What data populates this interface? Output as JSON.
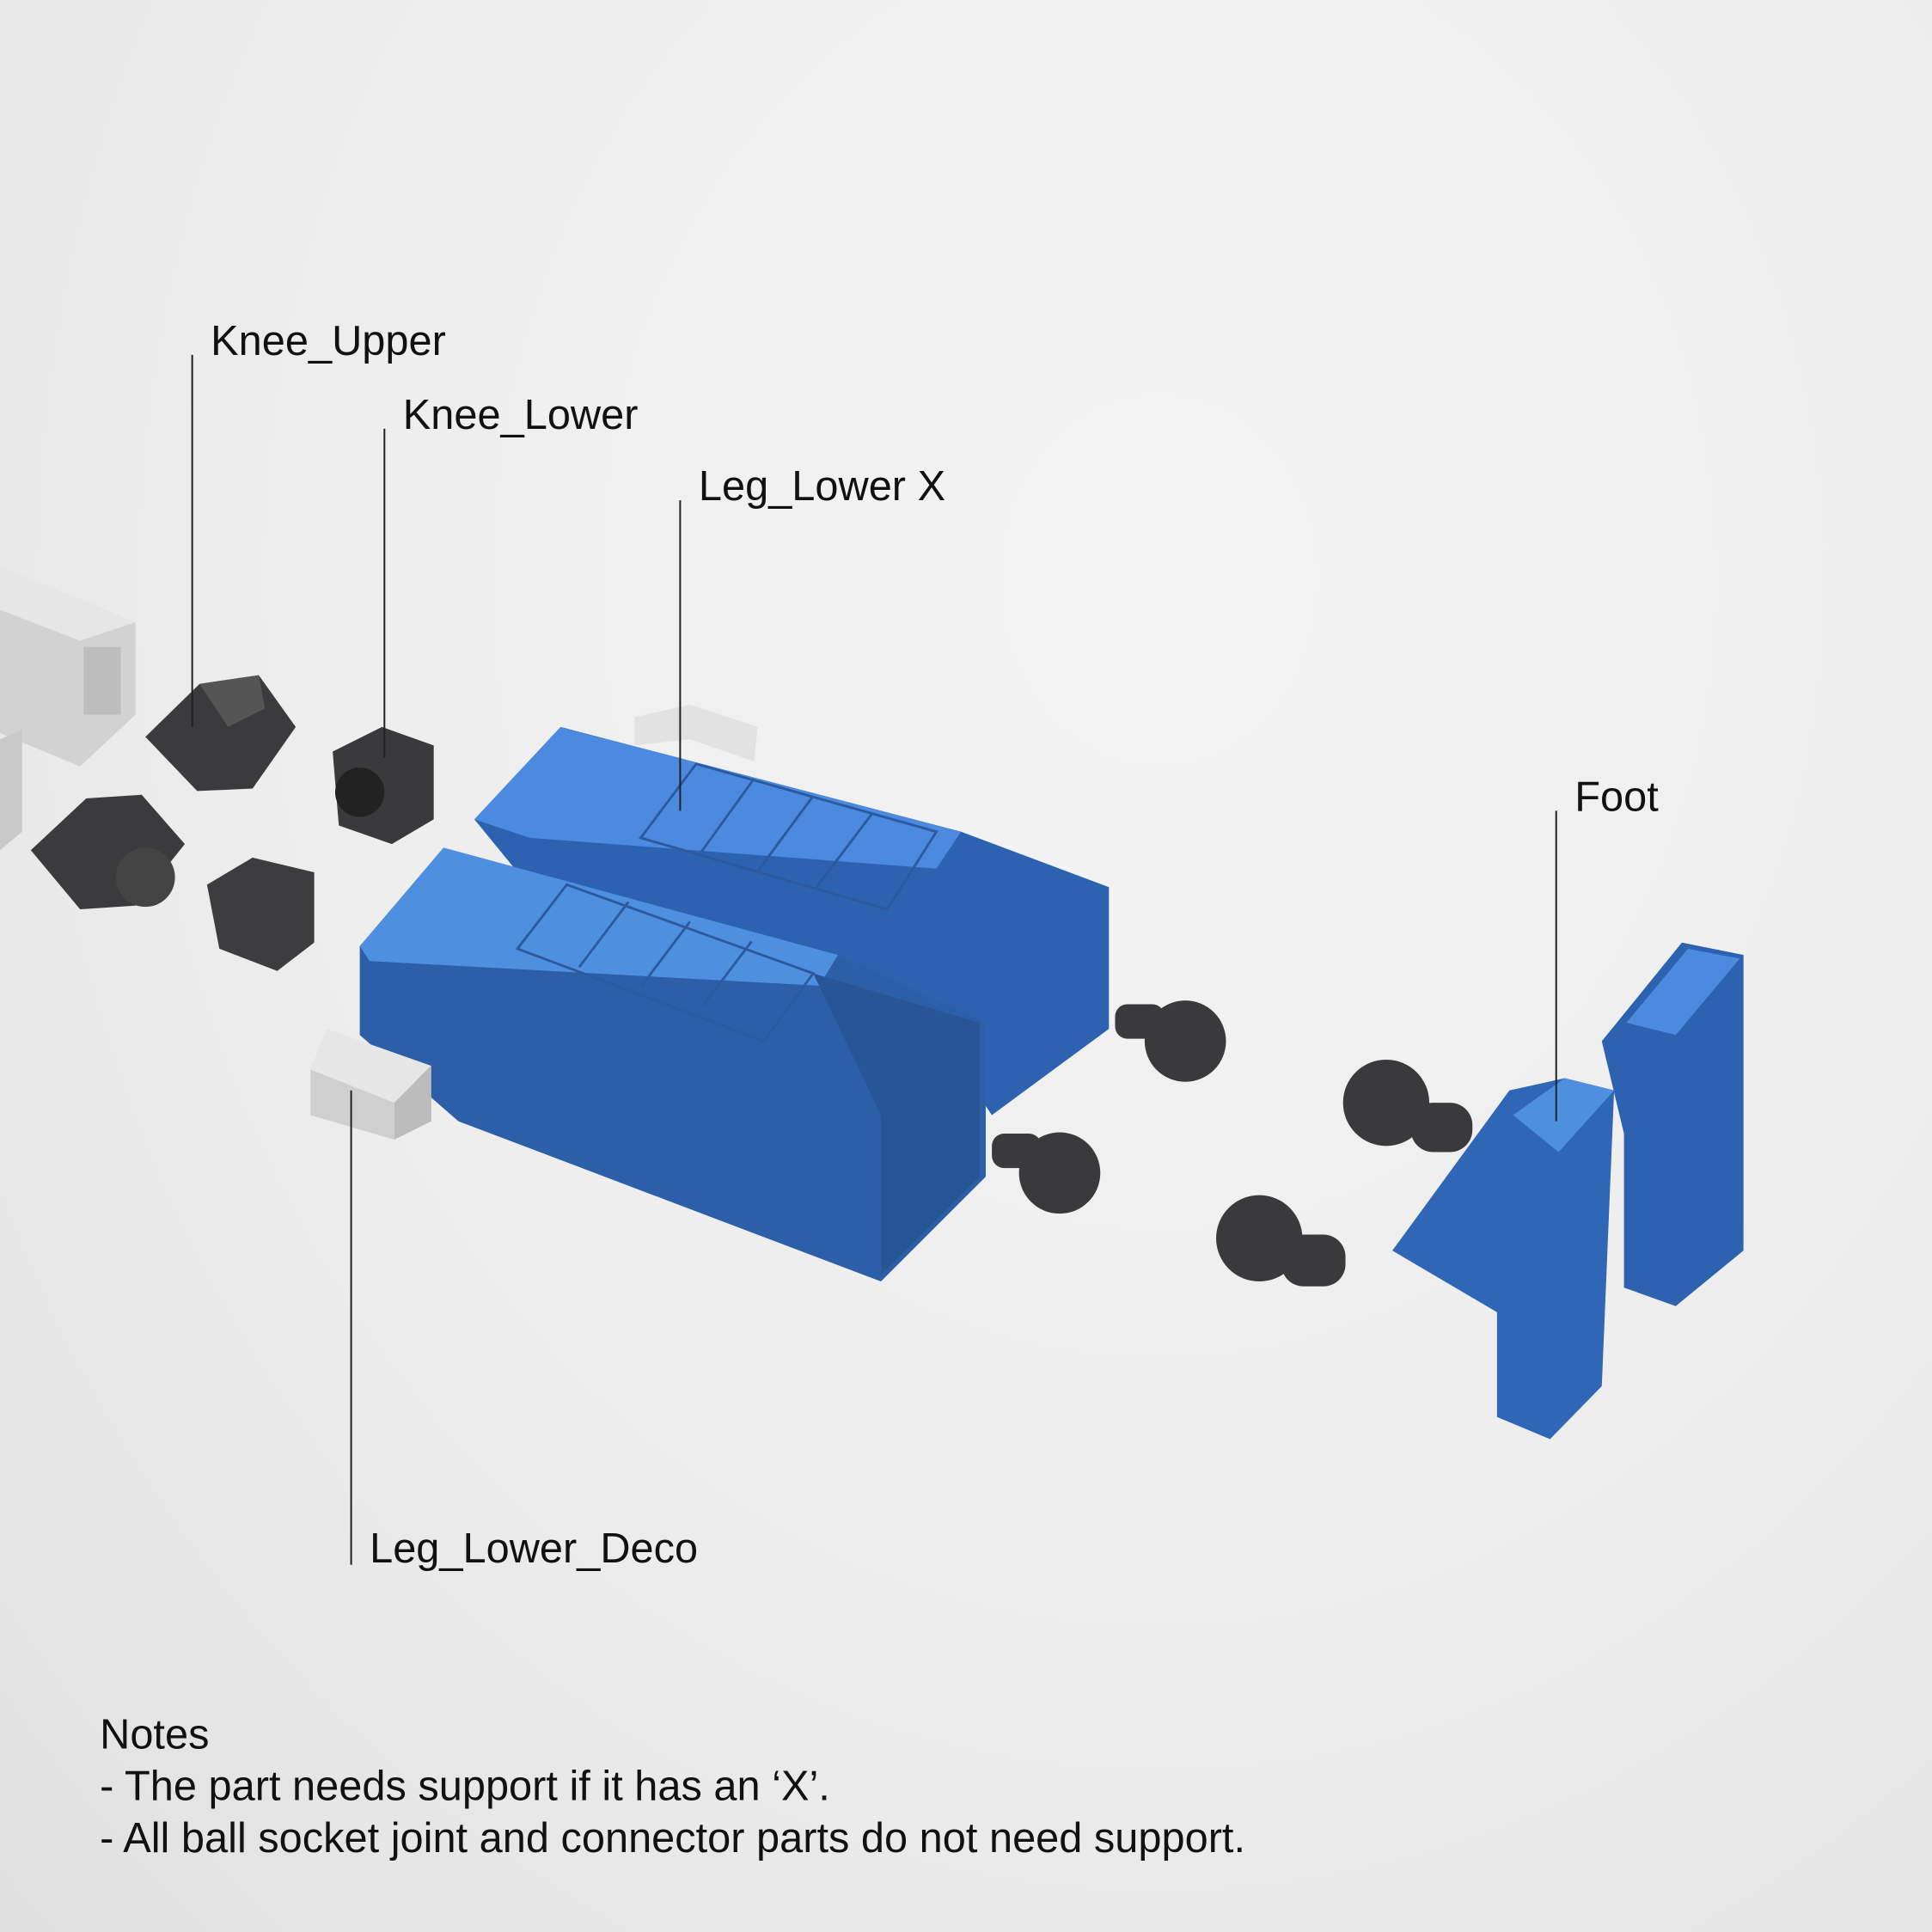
{
  "labels": {
    "knee_upper": "Knee_Upper",
    "knee_lower": "Knee_Lower",
    "leg_lower_x": "Leg_Lower X",
    "foot": "Foot",
    "leg_lower_deco": "Leg_Lower_Deco"
  },
  "notes": {
    "title": "Notes",
    "lines": [
      "- The part needs support if it has an ‘X’.",
      "- All ball socket joint and connector parts do not need support."
    ]
  },
  "colors": {
    "blue_part": "#2f6fc8",
    "blue_top": "#4f8fe0",
    "dark_part": "#3a3a3c",
    "light_part": "#d0d0d0"
  }
}
